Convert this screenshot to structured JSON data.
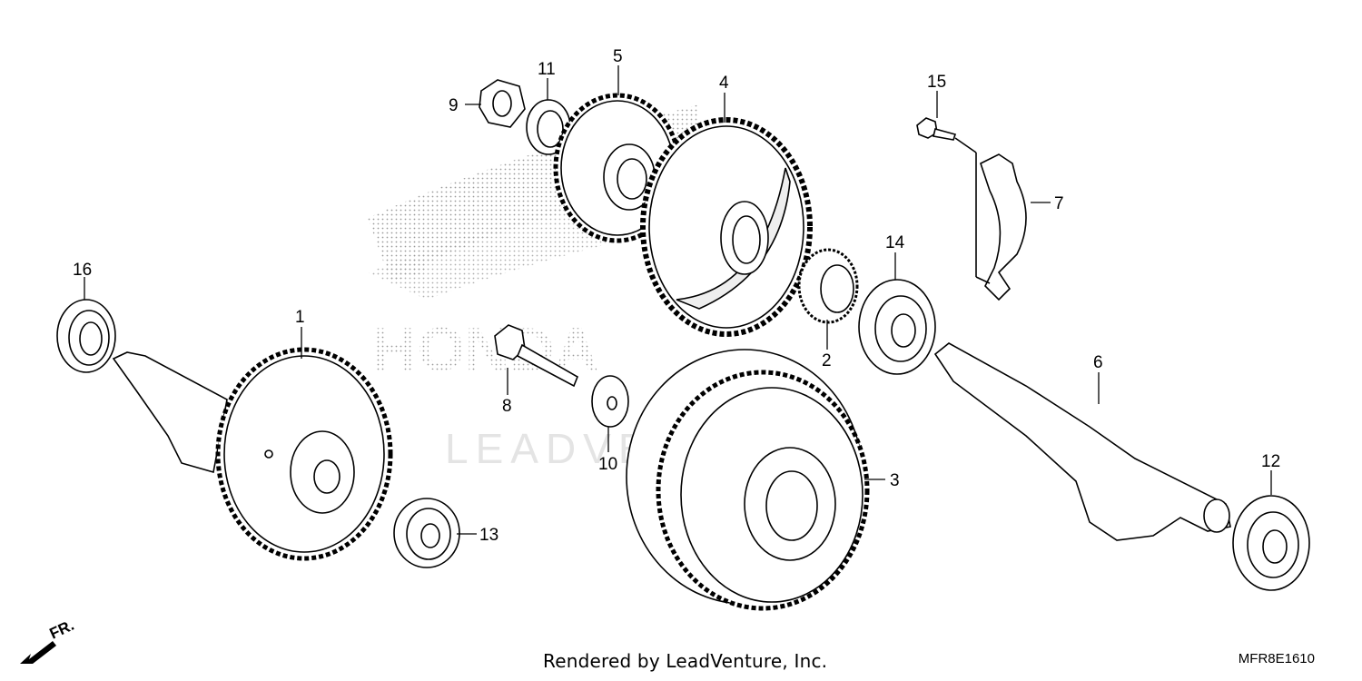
{
  "callouts": [
    "1",
    "2",
    "3",
    "4",
    "5",
    "6",
    "7",
    "8",
    "9",
    "10",
    "11",
    "12",
    "13",
    "14",
    "15",
    "16"
  ],
  "watermark_text": "HONDA",
  "watermark_sub": "LEADVENTURE",
  "direction_label": "FR.",
  "footer": {
    "credit": "Rendered by LeadVenture, Inc.",
    "diagram_code": "MFR8E1610"
  }
}
